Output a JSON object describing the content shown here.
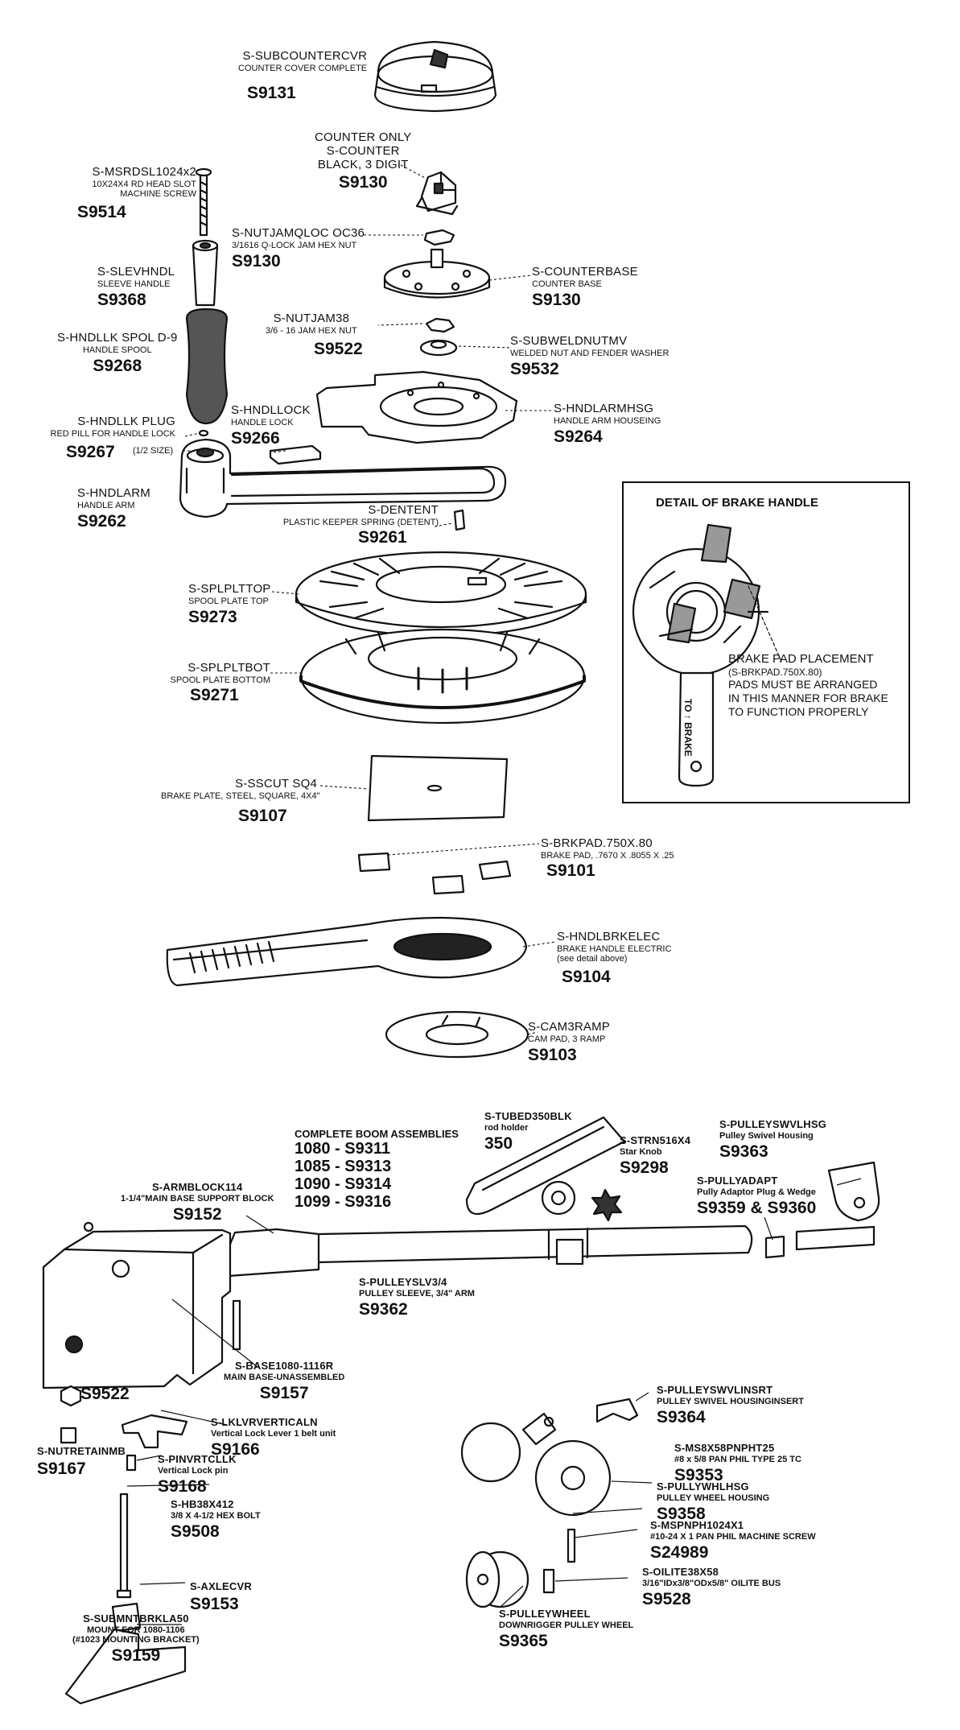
{
  "parts": [
    {
      "id": "subcountercvr",
      "name": "S-SUBCOUNTERCVR",
      "desc": "COUNTER COVER COMPLETE",
      "part": "S9131"
    },
    {
      "id": "counter",
      "name": "COUNTER ONLY",
      "name2": "S-COUNTER",
      "desc": "BLACK, 3 DIGIT",
      "part": "S9130"
    },
    {
      "id": "msrdsl",
      "name": "S-MSRDSL1024x2",
      "desc": "10X24X4 RD HEAD SLOT",
      "desc2": "MACHINE SCREW",
      "part": "S9514"
    },
    {
      "id": "nutjamqloc",
      "name": "S-NUTJAMQLOC OC36",
      "desc": "3/1616 Q-LOCK JAM HEX NUT",
      "part": "S9130"
    },
    {
      "id": "counterbase",
      "name": "S-COUNTERBASE",
      "desc": "COUNTER BASE",
      "part": "S9130"
    },
    {
      "id": "slevhndl",
      "name": "S-SLEVHNDL",
      "desc": "SLEEVE HANDLE",
      "part": "S9368"
    },
    {
      "id": "nutjam38",
      "name": "S-NUTJAM38",
      "desc": "3/6 - 16 JAM HEX NUT",
      "part": "S9522"
    },
    {
      "id": "subweldnut",
      "name": "S-SUBWELDNUTMV",
      "desc": "WELDED NUT AND FENDER WASHER",
      "part": "S9532"
    },
    {
      "id": "hndllkspol",
      "name": "S-HNDLLK SPOL D-9",
      "desc": "HANDLE SPOOL",
      "part": "S9268"
    },
    {
      "id": "hndllock",
      "name": "S-HNDLLOCK",
      "desc": "HANDLE LOCK",
      "part": "S9266"
    },
    {
      "id": "hndlarmhsg",
      "name": "S-HNDLARMHSG",
      "desc": "HANDLE ARM HOUSEING",
      "part": "S9264"
    },
    {
      "id": "hndllkplug",
      "name": "S-HNDLLK PLUG",
      "desc": "RED PILL FOR HANDLE LOCK",
      "desc2": "(1/2 SIZE)",
      "part": "S9267"
    },
    {
      "id": "hndlarm",
      "name": "S-HNDLARM",
      "desc": "HANDLE ARM",
      "part": "S9262"
    },
    {
      "id": "dentent",
      "name": "S-DENTENT",
      "desc": "PLASTIC KEEPER SPRING (DETENT)",
      "part": "S9261"
    },
    {
      "id": "splplttop",
      "name": "S-SPLPLTTOP",
      "desc": "SPOOL PLATE TOP",
      "part": "S9273"
    },
    {
      "id": "splpltbot",
      "name": "S-SPLPLTBOT",
      "desc": "SPOOL PLATE BOTTOM",
      "part": "S9271"
    },
    {
      "id": "sscut",
      "name": "S-SSCUT SQ4",
      "desc": "BRAKE PLATE, STEEL, SQUARE, 4X4\"",
      "part": "S9107"
    },
    {
      "id": "brkpad",
      "name": "S-BRKPAD.750X.80",
      "desc": "BRAKE PAD, .7670 X .8055 X .25",
      "part": "S9101"
    },
    {
      "id": "hndlbrkelec",
      "name": "S-HNDLBRKELEC",
      "desc": "BRAKE HANDLE ELECTRIC",
      "desc2": "(see detail above)",
      "part": "S9104"
    },
    {
      "id": "cam3ramp",
      "name": "S-CAM3RAMP",
      "desc": "CAM PAD, 3 RAMP",
      "part": "S9103"
    },
    {
      "id": "tubed350",
      "name": "S-TUBED350BLK",
      "desc": "rod holder",
      "part": "350"
    },
    {
      "id": "strn516",
      "name": "S-STRN516X4",
      "desc": "Star Knob",
      "part": "S9298"
    },
    {
      "id": "pulleyswvlhsg",
      "name": "S-PULLEYSWVLHSG",
      "desc": "Pulley  Swivel Housing",
      "part": "S9363"
    },
    {
      "id": "pullyadapt",
      "name": "S-PULLYADAPT",
      "desc": "Pully Adaptor Plug & Wedge",
      "part": "S9359 & S9360"
    },
    {
      "id": "armblock",
      "name": "S-ARMBLOCK114",
      "desc": "1-1/4\"MAIN BASE SUPPORT BLOCK",
      "part": "S9152"
    },
    {
      "id": "pulleyslv",
      "name": "S-PULLEYSLV3/4",
      "desc": "PULLEY SLEEVE, 3/4\" ARM",
      "part": "S9362"
    },
    {
      "id": "base1080",
      "name": "S-BASE1080-1116R",
      "desc": "MAIN BASE-UNASSEMBLED",
      "part": "S9157"
    },
    {
      "id": "nut9522",
      "part": "S9522"
    },
    {
      "id": "lklvr",
      "name": "S-LKLVRVERTICALN",
      "desc": "Vertical Lock Lever 1 belt unit",
      "part": "S9166"
    },
    {
      "id": "nutretain",
      "name": "S-NUTRETAINMB",
      "part": "S9167"
    },
    {
      "id": "pinvrtc",
      "name": "S-PINVRTCLLK",
      "desc": "Vertical Lock pin",
      "part": "S9168"
    },
    {
      "id": "hb38x412",
      "name": "S-HB38X412",
      "desc": "3/8 X 4-1/2 HEX BOLT",
      "part": "S9508"
    },
    {
      "id": "axlecvr",
      "name": "S-AXLECVR",
      "part": "S9153"
    },
    {
      "id": "submntbrk",
      "name": "S-SUBMNTBRKLA50",
      "desc": "MOUNT FOR 1080-1106",
      "desc2": "(#1023 MOUNTING BRACKET)",
      "part": "S9159"
    },
    {
      "id": "pulleyswvlinsrt",
      "name": "S-PULLEYSWVLINSRT",
      "desc": "PULLEY SWIVEL HOUSINGINSERT",
      "part": "S9364"
    },
    {
      "id": "ms8x58",
      "name": "S-MS8X58PNPHT25",
      "desc": "#8 x 5/8 PAN PHIL TYPE 25 TC",
      "part": "S9353"
    },
    {
      "id": "pullywhlhsg",
      "name": "S-PULLYWHLHSG",
      "desc": "PULLEY WHEEL HOUSING",
      "part": "S9358"
    },
    {
      "id": "mspnph",
      "name": "S-MSPNPH1024X1",
      "desc": "#10-24 X 1 PAN PHIL MACHINE SCREW",
      "part": "S24989"
    },
    {
      "id": "oilite",
      "name": "S-OILITE38X58",
      "desc": "3/16\"IDx3/8\"ODx5/8\" OILITE BUS",
      "part": "S9528"
    },
    {
      "id": "pulleywheel",
      "name": "S-PULLEYWHEEL",
      "desc": "DOWNRIGGER PULLEY WHEEL",
      "part": "S9365"
    }
  ],
  "boom": {
    "title": "COMPLETE BOOM ASSEMBLIES",
    "lines": [
      "1080 - S9311",
      "1085 - S9313",
      "1090 - S9314",
      "1099 - S9316"
    ]
  },
  "detail": {
    "title": "DETAIL OF BRAKE HANDLE",
    "note1": "BRAKE PAD PLACEMENT",
    "note2": "(S-BRKPAD.750X.80)",
    "note3": "PADS MUST BE ARRANGED",
    "note4": "IN THIS MANNER FOR BRAKE",
    "note5": "TO FUNCTION PROPERLY",
    "handle_text": "TO ↑ BRAKE"
  }
}
